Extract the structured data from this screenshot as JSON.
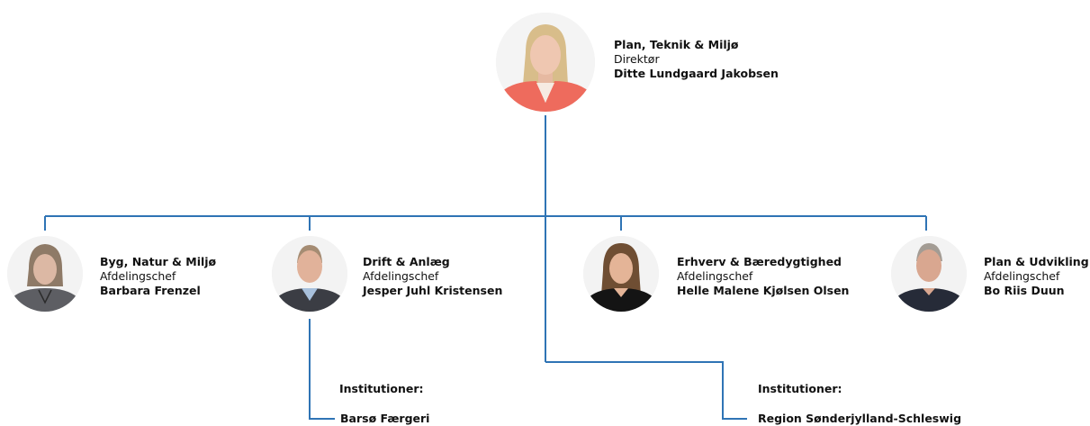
{
  "director": {
    "unit": "Plan, Teknik & Miljø",
    "role": "Direktør",
    "name": "Ditte Lundgaard Jakobsen"
  },
  "departments": [
    {
      "unit": "Byg, Natur & Miljø",
      "role": "Afdelingschef",
      "name": "Barbara Frenzel"
    },
    {
      "unit": "Drift & Anlæg",
      "role": "Afdelingschef",
      "name": "Jesper Juhl Kristensen"
    },
    {
      "unit": "Erhverv & Bæredygtighed",
      "role": "Afdelingschef",
      "name": "Helle Malene Kjølsen Olsen"
    },
    {
      "unit": "Plan & Udvikling",
      "role": "Afdelingschef",
      "name": "Bo Riis Duun"
    }
  ],
  "institutions": [
    {
      "heading": "Institutioner:",
      "item": "Barsø Færgeri"
    },
    {
      "heading": "Institutioner:",
      "item": "Region Sønderjylland-Schleswig"
    }
  ],
  "colors": {
    "connector": "#2f74b5"
  }
}
